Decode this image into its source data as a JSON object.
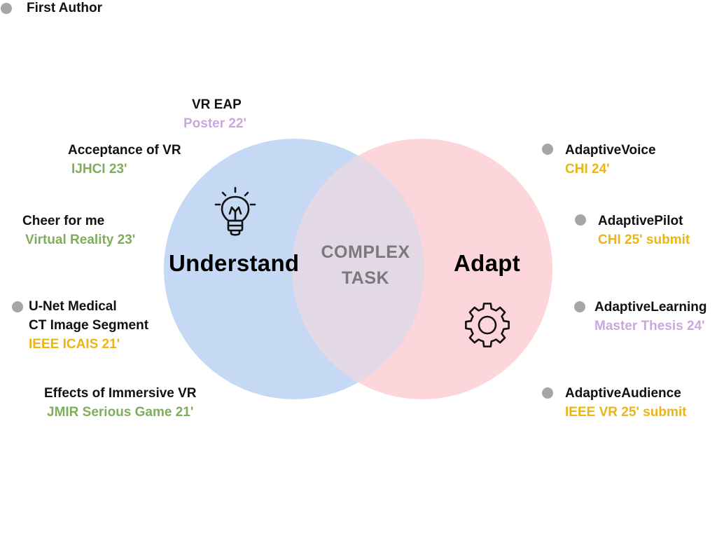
{
  "legend": {
    "label": "First Author",
    "marker_color": "#a6a6a6"
  },
  "colors": {
    "understand_circle": "#c5d8f4",
    "adapt_circle": "#fdd6dc",
    "overlap": "#e2d8e6",
    "venue_green": "#7fae5a",
    "venue_yellow": "#eab515",
    "venue_purple": "#c9a8dc"
  },
  "venn": {
    "left_label": "Understand",
    "right_label": "Adapt",
    "center_label": "COMPLEX\nTASK",
    "left_icon": "lightbulb-icon",
    "right_icon": "gear-icon"
  },
  "publications_left": [
    {
      "title": "VR EAP",
      "venue": "Poster 22'",
      "venue_color": "purple",
      "first_author": false
    },
    {
      "title": "Acceptance of VR",
      "venue": "IJHCI 23'",
      "venue_color": "green",
      "first_author": false
    },
    {
      "title": "Cheer for me",
      "venue": "Virtual Reality 23'",
      "venue_color": "green",
      "first_author": false
    },
    {
      "title": "U-Net Medical\nCT Image Segment",
      "venue": "IEEE ICAIS 21'",
      "venue_color": "yellow",
      "first_author": true
    },
    {
      "title": "Effects of Immersive VR",
      "venue": "JMIR Serious Game 21'",
      "venue_color": "green",
      "first_author": false
    }
  ],
  "publications_right": [
    {
      "title": "AdaptiveVoice",
      "venue": "CHI 24'",
      "venue_color": "yellow",
      "first_author": true
    },
    {
      "title": "AdaptivePilot",
      "venue": "CHI 25' submit",
      "venue_color": "yellow",
      "first_author": true
    },
    {
      "title": "AdaptiveLearning",
      "venue": "Master Thesis 24'",
      "venue_color": "purple",
      "first_author": true
    },
    {
      "title": "AdaptiveAudience",
      "venue": "IEEE VR 25' submit",
      "venue_color": "yellow",
      "first_author": true
    }
  ]
}
